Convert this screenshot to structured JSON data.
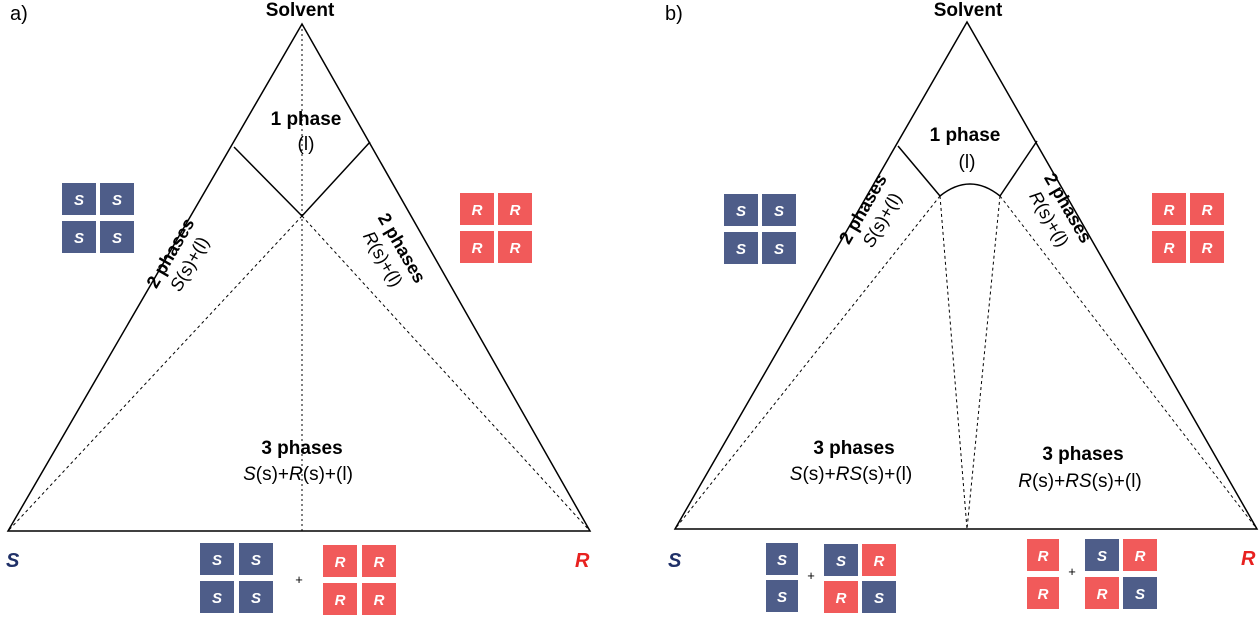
{
  "colors": {
    "s_tile": "#4e5d89",
    "r_tile": "#f15a5a",
    "s_vertex": "#1f3068",
    "r_vertex": "#e8211f"
  },
  "panel_a": {
    "label": "a)",
    "top": "Solvent",
    "one_phase": {
      "title": "1 phase",
      "sub": "(l)"
    },
    "two_phase_left": {
      "title": "2 phases",
      "sub_italic": "S",
      "sub_rest": "(s)+(l)"
    },
    "two_phase_right": {
      "title": "2 phases",
      "sub_italic": "R",
      "sub_rest": "(s)+(l)"
    },
    "three_phase": {
      "title": "3 phases",
      "s_italic": "S",
      "s_part": "(s)+",
      "r_italic": "R",
      "r_part": "(s)+(l)"
    },
    "vertex_left": "S",
    "vertex_right": "R",
    "plus": "+"
  },
  "panel_b": {
    "label": "b)",
    "top": "Solvent",
    "one_phase": {
      "title": "1 phase",
      "sub": "(l)"
    },
    "two_phase_left": {
      "title": "2 phases",
      "sub_italic": "S",
      "sub_rest": "(s)+(l)"
    },
    "two_phase_right": {
      "title": "2 phases",
      "sub_italic": "R",
      "sub_rest": "(s)+(l)"
    },
    "three_phase_left": {
      "title": "3 phases",
      "a_italic": "S",
      "a_part": "(s)+",
      "b_italic": "RS",
      "b_part": "(s)+(l)"
    },
    "three_phase_right": {
      "title": "3 phases",
      "a_italic": "R",
      "a_part": "(s)+",
      "b_italic": "RS",
      "b_part": "(s)+(l)"
    },
    "vertex_left": "S",
    "vertex_right": "R",
    "plus_left": "+",
    "plus_right": "+"
  },
  "tiles": {
    "s": "S",
    "r": "R"
  }
}
